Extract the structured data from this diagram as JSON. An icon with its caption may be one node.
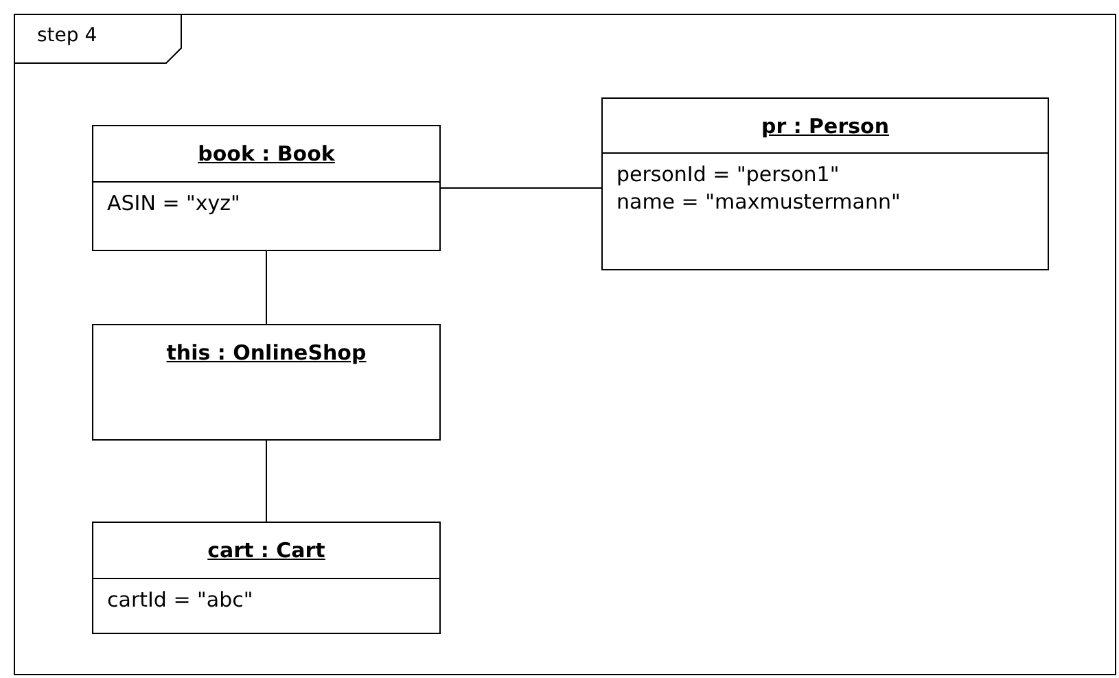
{
  "diagram": {
    "nodes": [
      {
        "text": [
          "step 4"
        ]
      },
      {
        "text": [
          "book : Book",
          "ASIN = \"xyz\""
        ],
        "in": 0
      },
      {
        "text": [
          "pr : Person",
          "personId = \"person1\"",
          "name = \"maxmustermann\""
        ],
        "in": 0
      },
      {
        "text": [
          "this : OnlineShop"
        ],
        "in": 0
      },
      {
        "text": [
          "cart : Cart",
          "cartId = \"abc\""
        ],
        "in": 0
      }
    ],
    "edges": [
      {
        "from": 1,
        "to": 2,
        "arrow": "none"
      },
      {
        "from": 1,
        "to": 3,
        "arrow": "none"
      },
      {
        "from": 3,
        "to": 4,
        "arrow": "none"
      }
    ]
  }
}
